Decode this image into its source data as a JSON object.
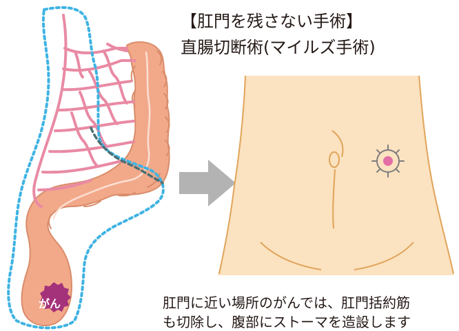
{
  "title": {
    "line1": "【肛門を残さない手術】",
    "line2": "直腸切断術(マイルズ手術)"
  },
  "cancer_label": "がん",
  "caption": {
    "line1": "肛門に近い場所のがんでは、肛門括約筋",
    "line2": "も切除し、腹部にストーマを造設します"
  },
  "colors": {
    "colon_fill": "#f2a98a",
    "colon_outline": "#d98c6a",
    "vessel": "#e98aa4",
    "resection_dots": "#3fb3e3",
    "cut_line": "#4a6f73",
    "arrow": "#b3b3b3",
    "abdomen_fill": "#fbe2c0",
    "abdomen_line": "#e0a45a",
    "stoma": "#e46fa6",
    "stoma_ring": "#7d7d7d",
    "cancer": "#a4327a"
  }
}
